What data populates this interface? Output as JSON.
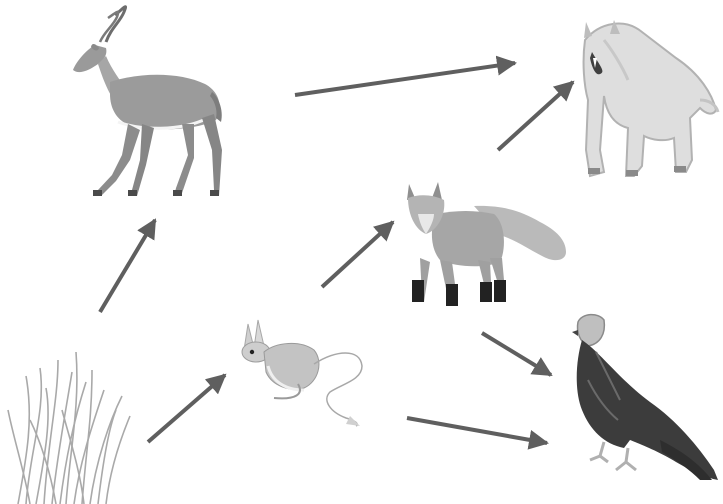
{
  "diagram": {
    "type": "food-web",
    "nodes": [
      {
        "id": "grass",
        "icon": "grass-icon"
      },
      {
        "id": "antelope",
        "icon": "antelope-icon"
      },
      {
        "id": "jerboa",
        "icon": "jerboa-icon"
      },
      {
        "id": "fox",
        "icon": "fox-icon"
      },
      {
        "id": "wolf",
        "icon": "wolf-icon"
      },
      {
        "id": "eagle",
        "icon": "eagle-icon"
      }
    ],
    "edges": [
      {
        "from": "grass",
        "to": "antelope"
      },
      {
        "from": "grass",
        "to": "jerboa"
      },
      {
        "from": "antelope",
        "to": "wolf"
      },
      {
        "from": "jerboa",
        "to": "fox"
      },
      {
        "from": "fox",
        "to": "wolf"
      },
      {
        "from": "fox",
        "to": "eagle"
      },
      {
        "from": "jerboa",
        "to": "eagle"
      }
    ],
    "colors": {
      "arrow": "#5f5f5f",
      "background": "#ffffff"
    }
  }
}
